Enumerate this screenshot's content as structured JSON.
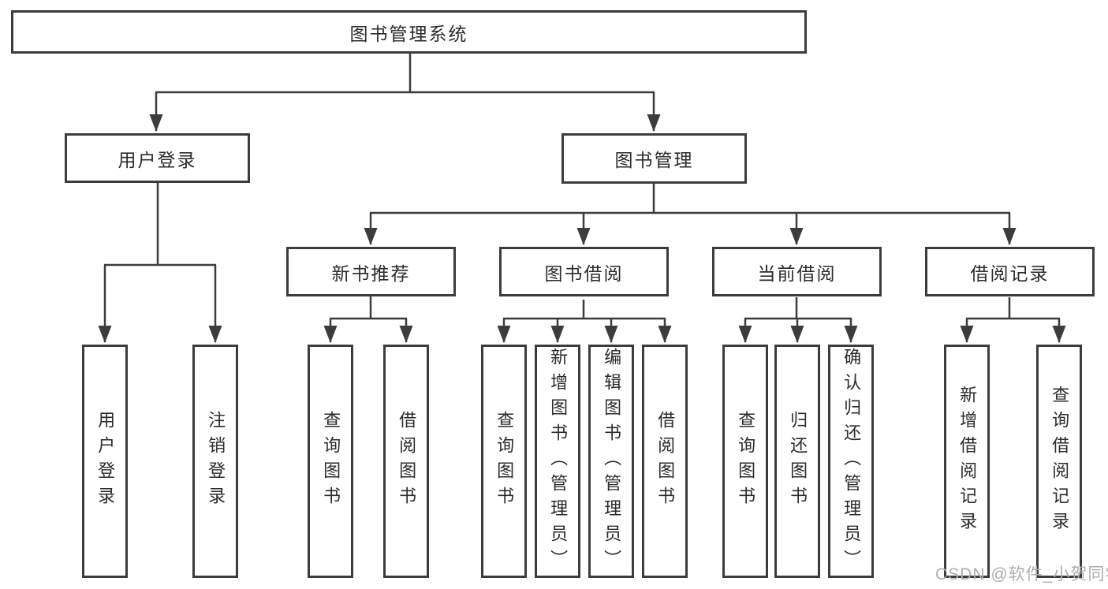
{
  "diagram": {
    "type": "hierarchy-tree",
    "tree": {
      "label": "图书管理系统",
      "children": [
        {
          "label": "用户登录",
          "children": [
            {
              "label": "用户登录"
            },
            {
              "label": "注销登录"
            }
          ]
        },
        {
          "label": "图书管理",
          "children": [
            {
              "label": "新书推荐",
              "children": [
                {
                  "label": "查询图书"
                },
                {
                  "label": "借阅图书"
                }
              ]
            },
            {
              "label": "图书借阅",
              "children": [
                {
                  "label": "查询图书"
                },
                {
                  "label": "新增图书（管理员）"
                },
                {
                  "label": "编辑图书（管理员）"
                },
                {
                  "label": "借阅图书"
                }
              ]
            },
            {
              "label": "当前借阅",
              "children": [
                {
                  "label": "查询图书"
                },
                {
                  "label": "归还图书"
                },
                {
                  "label": "确认归还（管理员）"
                }
              ]
            },
            {
              "label": "借阅记录",
              "children": [
                {
                  "label": "新增借阅记录"
                },
                {
                  "label": "查询借阅记录"
                }
              ]
            }
          ]
        }
      ]
    },
    "colors": {
      "line": "#3c3c3c",
      "box_background": "#ffffff",
      "text": "#2b2b2b",
      "watermark": "#aeaeae",
      "background": "#ffffff"
    },
    "watermark": {
      "text": "CSDN @软件_小贺同学"
    }
  }
}
